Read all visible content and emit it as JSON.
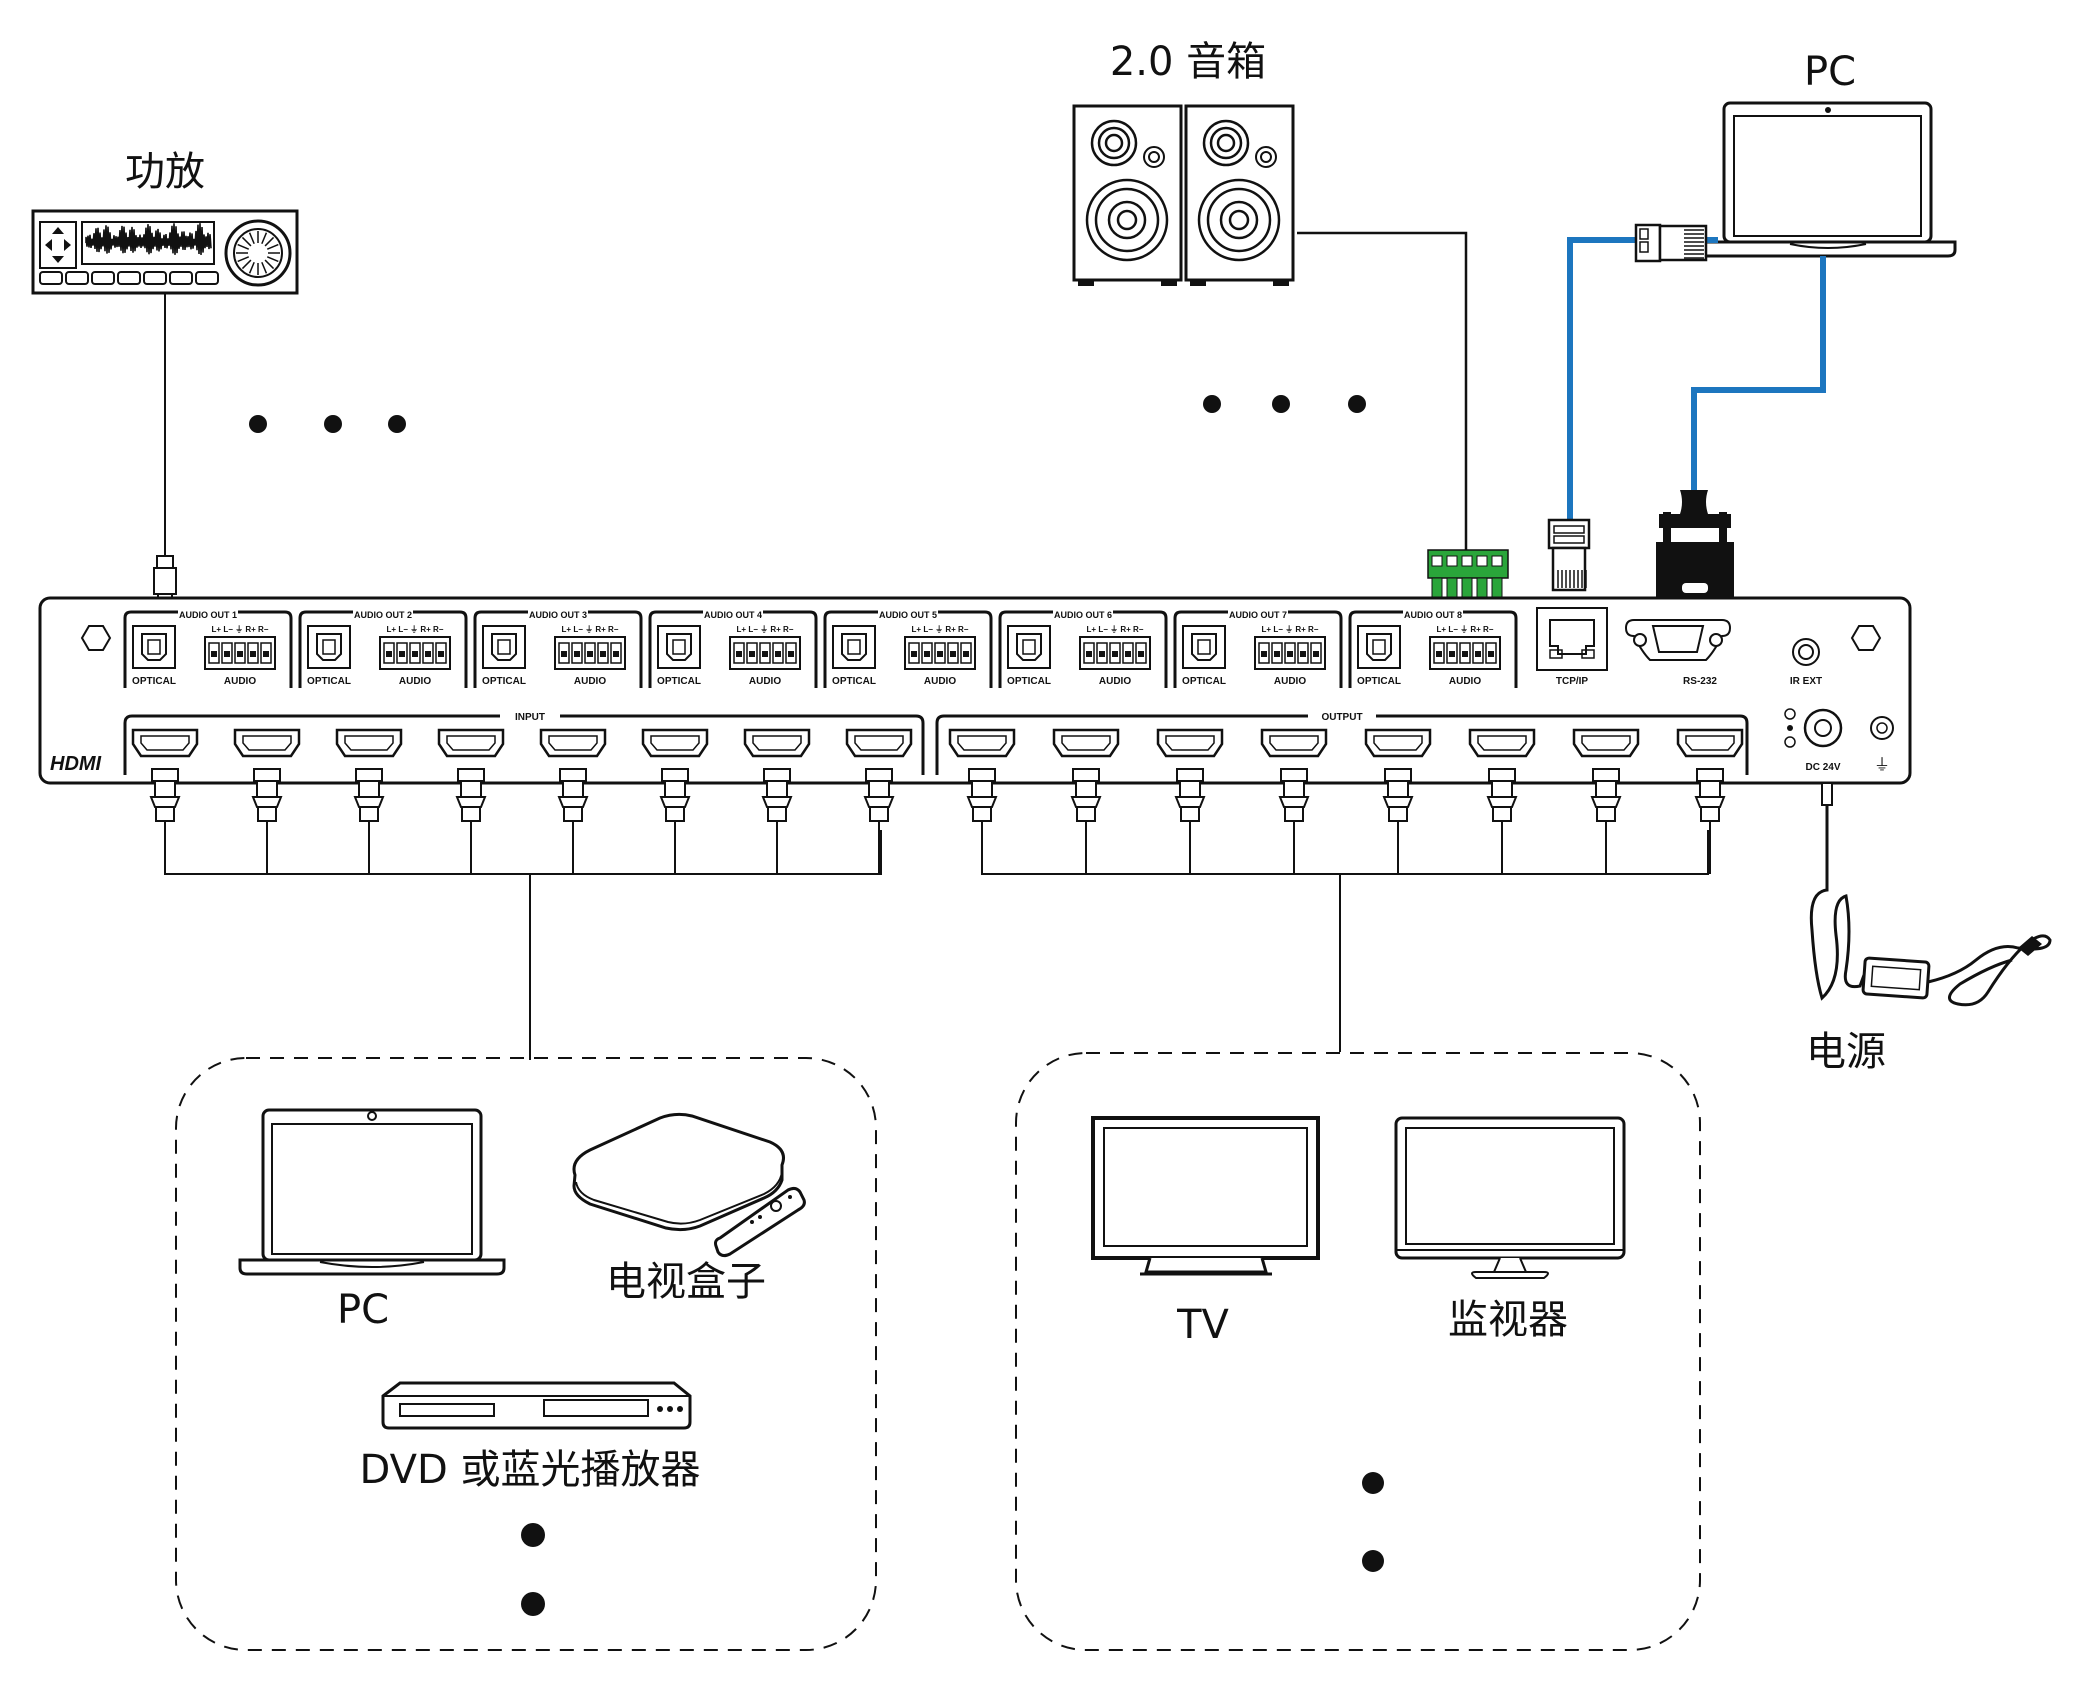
{
  "labels": {
    "amplifier": "功放",
    "speakers": "2.0 音箱",
    "pc_top": "PC",
    "power": "电源",
    "pc_source": "PC",
    "tv_box": "电视盒子",
    "dvd": "DVD 或蓝光播放器",
    "tv": "TV",
    "monitor": "监视器"
  },
  "panel": {
    "audio_out": [
      "AUDIO OUT 1",
      "AUDIO OUT 2",
      "AUDIO OUT 3",
      "AUDIO OUT 4",
      "AUDIO OUT 5",
      "AUDIO OUT 6",
      "AUDIO OUT 7",
      "AUDIO OUT 8"
    ],
    "optical": "OPTICAL",
    "audio": "AUDIO",
    "pins": "L+ L−  ⏚  R+ R−",
    "tcpip": "TCP/IP",
    "rs232": "RS-232",
    "irext": "IR EXT",
    "input": "INPUT",
    "output": "OUTPUT",
    "hdmi_logo": "HDMI",
    "dc": "DC 24V"
  },
  "colors": {
    "line": "#111111",
    "network_cable": "#1d76bf",
    "terminal_green": "#2aa53a"
  }
}
